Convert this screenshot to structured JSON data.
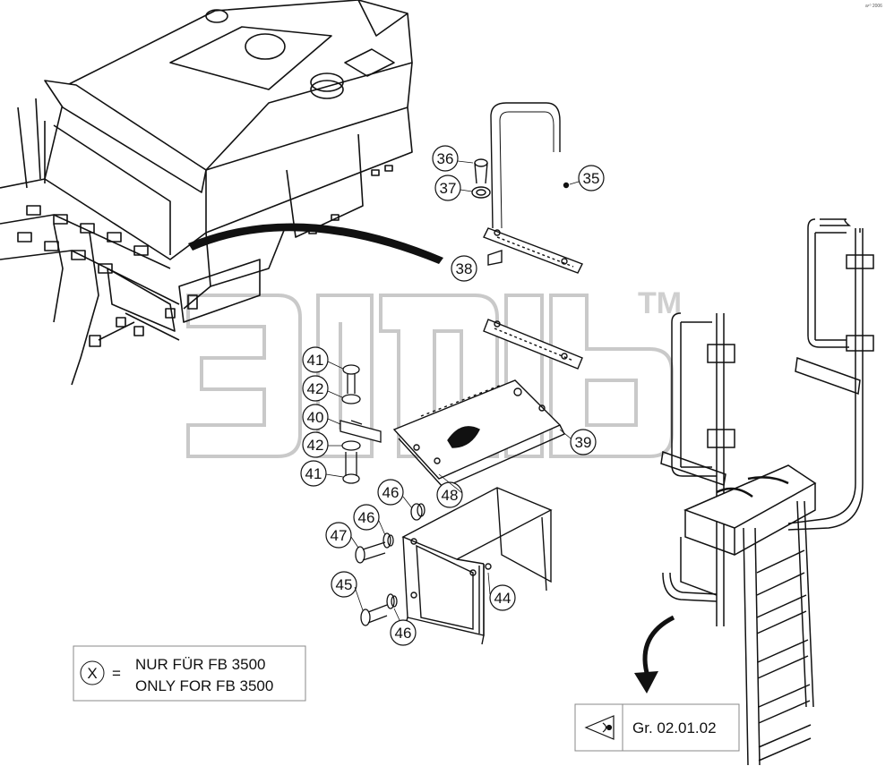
{
  "callouts": [
    {
      "id": "35",
      "label": "35"
    },
    {
      "id": "36",
      "label": "36"
    },
    {
      "id": "37",
      "label": "37"
    },
    {
      "id": "38",
      "label": "38"
    },
    {
      "id": "39",
      "label": "39"
    },
    {
      "id": "40",
      "label": "40"
    },
    {
      "id": "41a",
      "label": "41"
    },
    {
      "id": "41b",
      "label": "41"
    },
    {
      "id": "42a",
      "label": "42"
    },
    {
      "id": "42b",
      "label": "42"
    },
    {
      "id": "44",
      "label": "44"
    },
    {
      "id": "45",
      "label": "45"
    },
    {
      "id": "46a",
      "label": "46"
    },
    {
      "id": "46b",
      "label": "46"
    },
    {
      "id": "46c",
      "label": "46"
    },
    {
      "id": "47",
      "label": "47"
    },
    {
      "id": "48",
      "label": "48"
    }
  ],
  "note": {
    "symbol": "X",
    "equals": "=",
    "line1": "NUR FÜR FB 3500",
    "line2": "ONLY FOR FB 3500"
  },
  "reference": {
    "label": "Gr. 02.01.02"
  },
  "watermark": {
    "tm": "TM"
  },
  "corner_mark": "a¹⁰ 2006"
}
